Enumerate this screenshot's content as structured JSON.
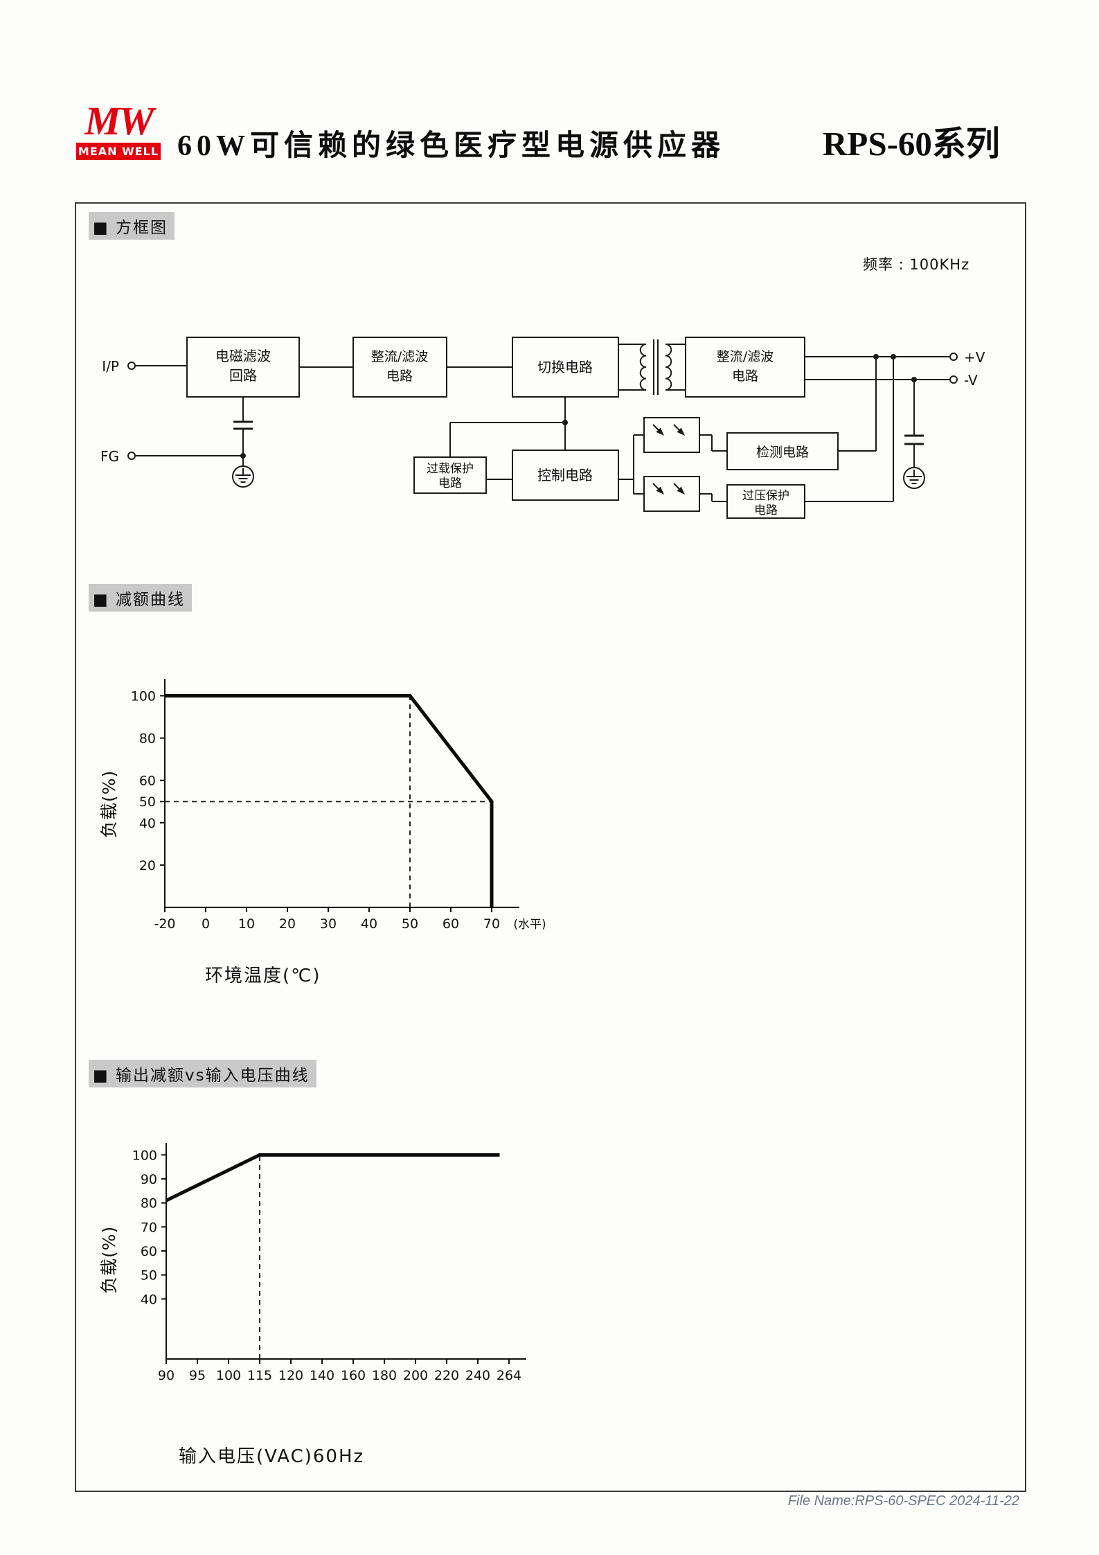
{
  "page": {
    "header": {
      "logo": {
        "mw": "MW",
        "name": "MEAN WELL"
      },
      "title": "60W可信赖的绿色医疗型电源供应器",
      "series": "RPS-60系列"
    },
    "sections": {
      "block_diagram": "■ 方框图",
      "derating": "■ 减额曲线",
      "input_derating": "■ 输出减额vs输入电压曲线"
    },
    "footer": "File Name:RPS-60-SPEC  2024-11-22"
  },
  "diagram": {
    "freq": "频率 : 100KHz",
    "terminals": {
      "ip": "I/P",
      "fg": "FG",
      "vplus": "+V",
      "vminus": "-V"
    },
    "blocks": {
      "emi_1": "电磁滤波",
      "emi_2": "回路",
      "rectifier1_1": "整流/滤波",
      "rectifier1_2": "电路",
      "switching": "切换电路",
      "rectifier2_1": "整流/滤波",
      "rectifier2_2": "电路",
      "detection": "检测电路",
      "overload_1": "过载保护",
      "overload_2": "电路",
      "control": "控制电路",
      "overvoltage_1": "过压保护",
      "overvoltage_2": "电路"
    }
  },
  "chart_data": [
    {
      "id": "derating",
      "type": "line",
      "title": "减额曲线",
      "xlabel": "环境温度(℃)",
      "ylabel": "负载(%)",
      "x_ticks": [
        "-20",
        "0",
        "10",
        "20",
        "30",
        "40",
        "50",
        "60",
        "70"
      ],
      "x_unit_note": "(水平)",
      "y_ticks": [
        20,
        40,
        50,
        60,
        80,
        100
      ],
      "y_range": [
        0,
        108
      ],
      "grid": false,
      "points": [
        [
          0,
          100
        ],
        [
          6,
          100
        ],
        [
          8,
          50
        ],
        [
          8,
          0
        ]
      ],
      "guides": [
        {
          "o": "v",
          "xi": 6,
          "from": 0,
          "to": 100
        },
        {
          "o": "h",
          "y": 50,
          "from": 0,
          "to": 8
        }
      ],
      "reading": "Load 100% from -20 to 50 deg C, linear derating to 50% at 70 deg C"
    },
    {
      "id": "input",
      "type": "line",
      "title": "输出减额vs输入电压曲线",
      "xlabel": "输入电压(VAC)60Hz",
      "ylabel": "负载(%)",
      "x_ticks": [
        "90",
        "95",
        "100",
        "115",
        "120",
        "140",
        "160",
        "180",
        "200",
        "220",
        "240",
        "264"
      ],
      "y_ticks": [
        40,
        50,
        60,
        70,
        80,
        90,
        100
      ],
      "y_range": [
        15,
        105
      ],
      "grid": false,
      "points": [
        [
          0,
          81
        ],
        [
          3,
          100
        ],
        [
          10.7,
          100
        ]
      ],
      "guides": [
        {
          "o": "v",
          "xi": 3,
          "from": 15,
          "to": 100
        }
      ],
      "reading": "Load 80% at 90VAC rising to 100% at 115VAC, flat to 264VAC"
    }
  ],
  "colors": {
    "accent_red": "#e3000f",
    "heading_bg": "#c9c9c9",
    "line": "#111111",
    "footer_text": "#6a7686"
  }
}
